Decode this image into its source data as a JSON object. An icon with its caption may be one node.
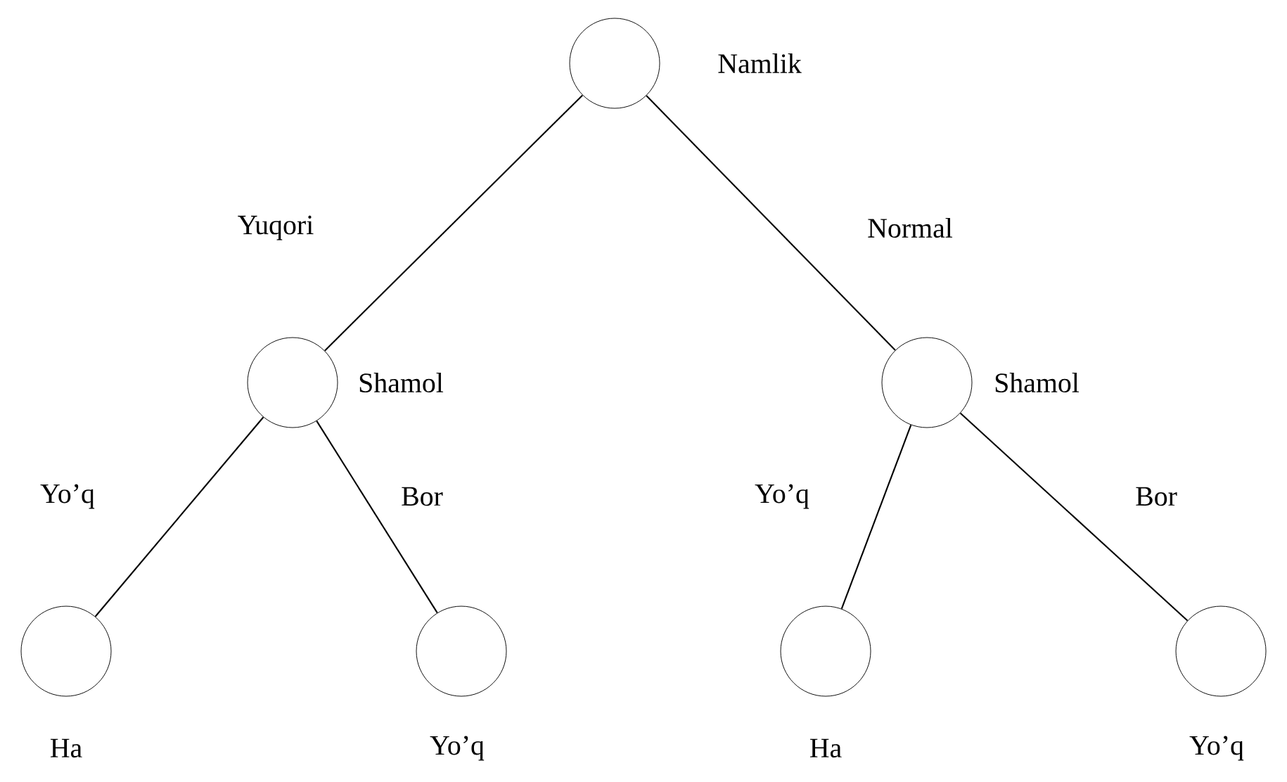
{
  "diagram": {
    "nodes": [
      {
        "text": [],
        "shape": "circle",
        "beside": [
          "Namlik"
        ]
      },
      {
        "text": [],
        "shape": "circle",
        "beside": [
          "Shamol"
        ]
      },
      {
        "text": [],
        "shape": "circle",
        "beside": [
          "Shamol"
        ]
      },
      {
        "text": [],
        "shape": "circle",
        "beside": [
          "Ha"
        ]
      },
      {
        "text": [],
        "shape": "circle",
        "beside": [
          "Yo’q"
        ]
      },
      {
        "text": [],
        "shape": "circle",
        "beside": [
          "Ha"
        ]
      },
      {
        "text": [],
        "shape": "circle",
        "beside": [
          "Yo’q"
        ]
      }
    ],
    "edges": [
      {
        "from": 0,
        "to": 1,
        "arrow": "none",
        "label": "Yuqori"
      },
      {
        "from": 0,
        "to": 2,
        "arrow": "none",
        "label": "Normal"
      },
      {
        "from": 1,
        "to": 3,
        "arrow": "none",
        "label": "Yo’q"
      },
      {
        "from": 1,
        "to": 4,
        "arrow": "none",
        "label": "Bor"
      },
      {
        "from": 2,
        "to": 5,
        "arrow": "none",
        "label": "Yo’q"
      },
      {
        "from": 2,
        "to": 6,
        "arrow": "none",
        "label": "Bor"
      }
    ]
  }
}
